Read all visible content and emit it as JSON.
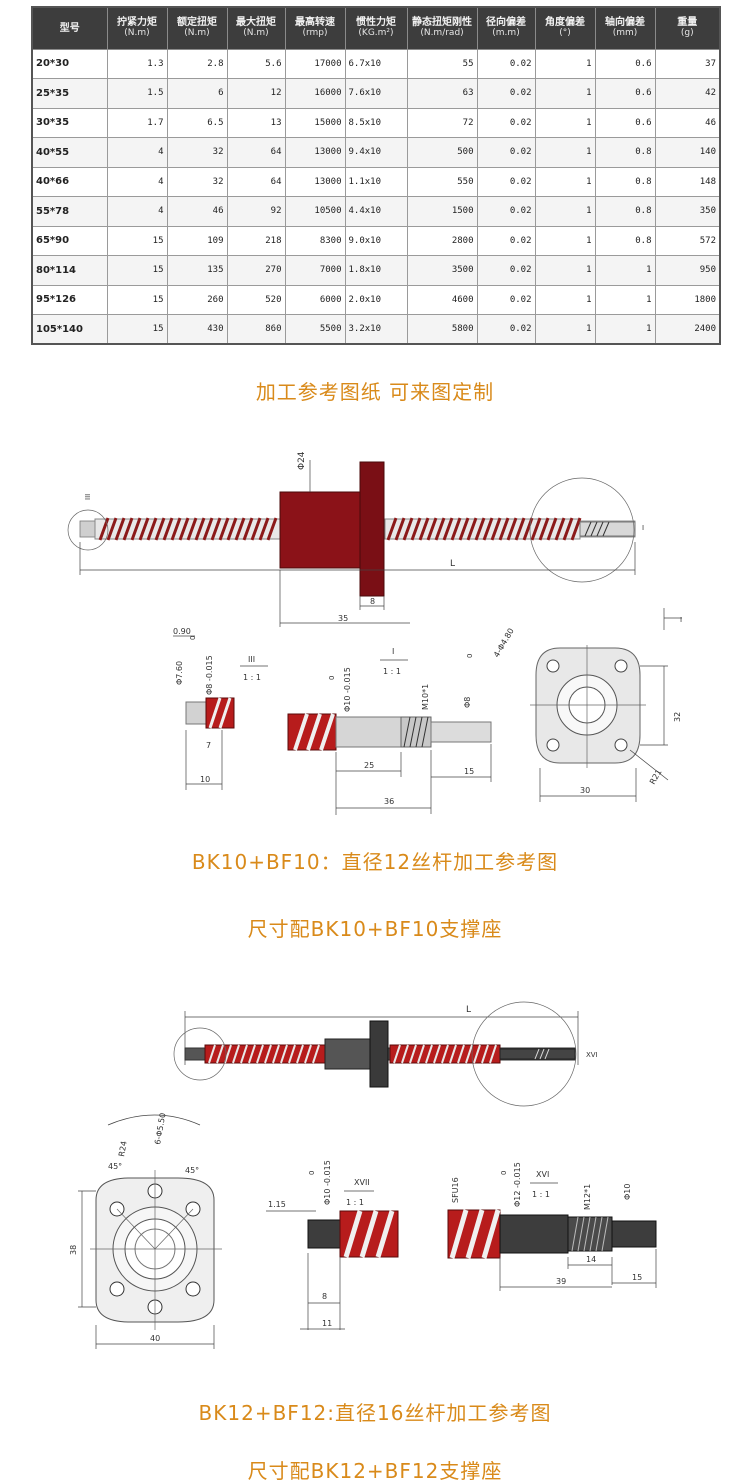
{
  "spec_table": {
    "headers": [
      {
        "label": "型号",
        "unit": ""
      },
      {
        "label": "拧紧力矩",
        "unit": "(N.m)"
      },
      {
        "label": "额定扭矩",
        "unit": "(N.m)"
      },
      {
        "label": "最大扭矩",
        "unit": "(N.m)"
      },
      {
        "label": "最高转速",
        "unit": "(rmp)"
      },
      {
        "label": "惯性力矩",
        "unit": "(KG.m²)"
      },
      {
        "label": "静态扭矩刚性",
        "unit": "(N.m/rad)"
      },
      {
        "label": "径向偏差",
        "unit": "(m.m)"
      },
      {
        "label": "角度偏差",
        "unit": "(°)"
      },
      {
        "label": "轴向偏差",
        "unit": "(mm)"
      },
      {
        "label": "重量",
        "unit": "(g)"
      }
    ],
    "rows": [
      [
        "20*30",
        "1.3",
        "2.8",
        "5.6",
        "17000",
        "6.7x10",
        "55",
        "0.02",
        "1",
        "0.6",
        "37"
      ],
      [
        "25*35",
        "1.5",
        "6",
        "12",
        "16000",
        "7.6x10",
        "63",
        "0.02",
        "1",
        "0.6",
        "42"
      ],
      [
        "30*35",
        "1.7",
        "6.5",
        "13",
        "15000",
        "8.5x10",
        "72",
        "0.02",
        "1",
        "0.6",
        "46"
      ],
      [
        "40*55",
        "4",
        "32",
        "64",
        "13000",
        "9.4x10",
        "500",
        "0.02",
        "1",
        "0.8",
        "140"
      ],
      [
        "40*66",
        "4",
        "32",
        "64",
        "13000",
        "1.1x10",
        "550",
        "0.02",
        "1",
        "0.8",
        "148"
      ],
      [
        "55*78",
        "4",
        "46",
        "92",
        "10500",
        "4.4x10",
        "1500",
        "0.02",
        "1",
        "0.8",
        "350"
      ],
      [
        "65*90",
        "15",
        "109",
        "218",
        "8300",
        "9.0x10",
        "2800",
        "0.02",
        "1",
        "0.8",
        "572"
      ],
      [
        "80*114",
        "15",
        "135",
        "270",
        "7000",
        "1.8x10",
        "3500",
        "0.02",
        "1",
        "1",
        "950"
      ],
      [
        "95*126",
        "15",
        "260",
        "520",
        "6000",
        "2.0x10",
        "4600",
        "0.02",
        "1",
        "1",
        "1800"
      ],
      [
        "105*140",
        "15",
        "430",
        "860",
        "5500",
        "3.2x10",
        "5800",
        "0.02",
        "1",
        "1",
        "2400"
      ]
    ]
  },
  "captions": {
    "drawing_ref": "加工参考图纸 可来图定制",
    "bk10_title": "BK10+BF10：直径12丝杆加工参考图",
    "bk10_support": "尺寸配BK10+BF10支撑座",
    "bk12_title": "BK12+BF12:直径16丝杆加工参考图",
    "bk12_support": "尺寸配BK12+BF12支撑座"
  },
  "drawing1": {
    "d_nut": "Φ24",
    "l_len": "L",
    "d_flange": "8",
    "d_nut_pos": "35",
    "detail_iii": "III",
    "detail_i": "I",
    "d_090": "0.90",
    "d_760": "Φ7.60",
    "d_8tol": "Φ8 -0.015",
    "d_zero1": "0",
    "scale_iii": "III",
    "scale_ratio": "1 : 1",
    "d_7": "7",
    "d_10": "10",
    "d_10tol": "Φ10 -0.015",
    "d_zero2": "0",
    "scale_i": "I",
    "d_m10": "M10*1",
    "d_phi8": "Φ8",
    "d_25": "25",
    "d_15": "15",
    "d_36": "36",
    "d_holes": "4-Φ4.80",
    "d_zero3": "0",
    "d_32": "32",
    "d_r21": "R21",
    "d_30": "30"
  },
  "drawing2": {
    "l_len": "L",
    "detail_xvi": "XVI",
    "d_r24": "R24",
    "d_holes": "6-Φ5.50",
    "d_45a": "45°",
    "d_45b": "45°",
    "d_38": "38",
    "d_40": "40",
    "d_10tol": "Φ10 -0.015",
    "d_zero1": "0",
    "scale_xvii": "XVII",
    "scale_ratio": "1 : 1",
    "d_115": "1.15",
    "d_8": "8",
    "d_11": "11",
    "d_sfu": "SFU16",
    "d_12tol": "Φ12 -0.015",
    "d_zero2": "0",
    "scale_xvi": "XVI",
    "d_m12": "M12*1",
    "d_phi10": "Φ10",
    "d_14": "14",
    "d_39": "39",
    "d_15": "15"
  }
}
